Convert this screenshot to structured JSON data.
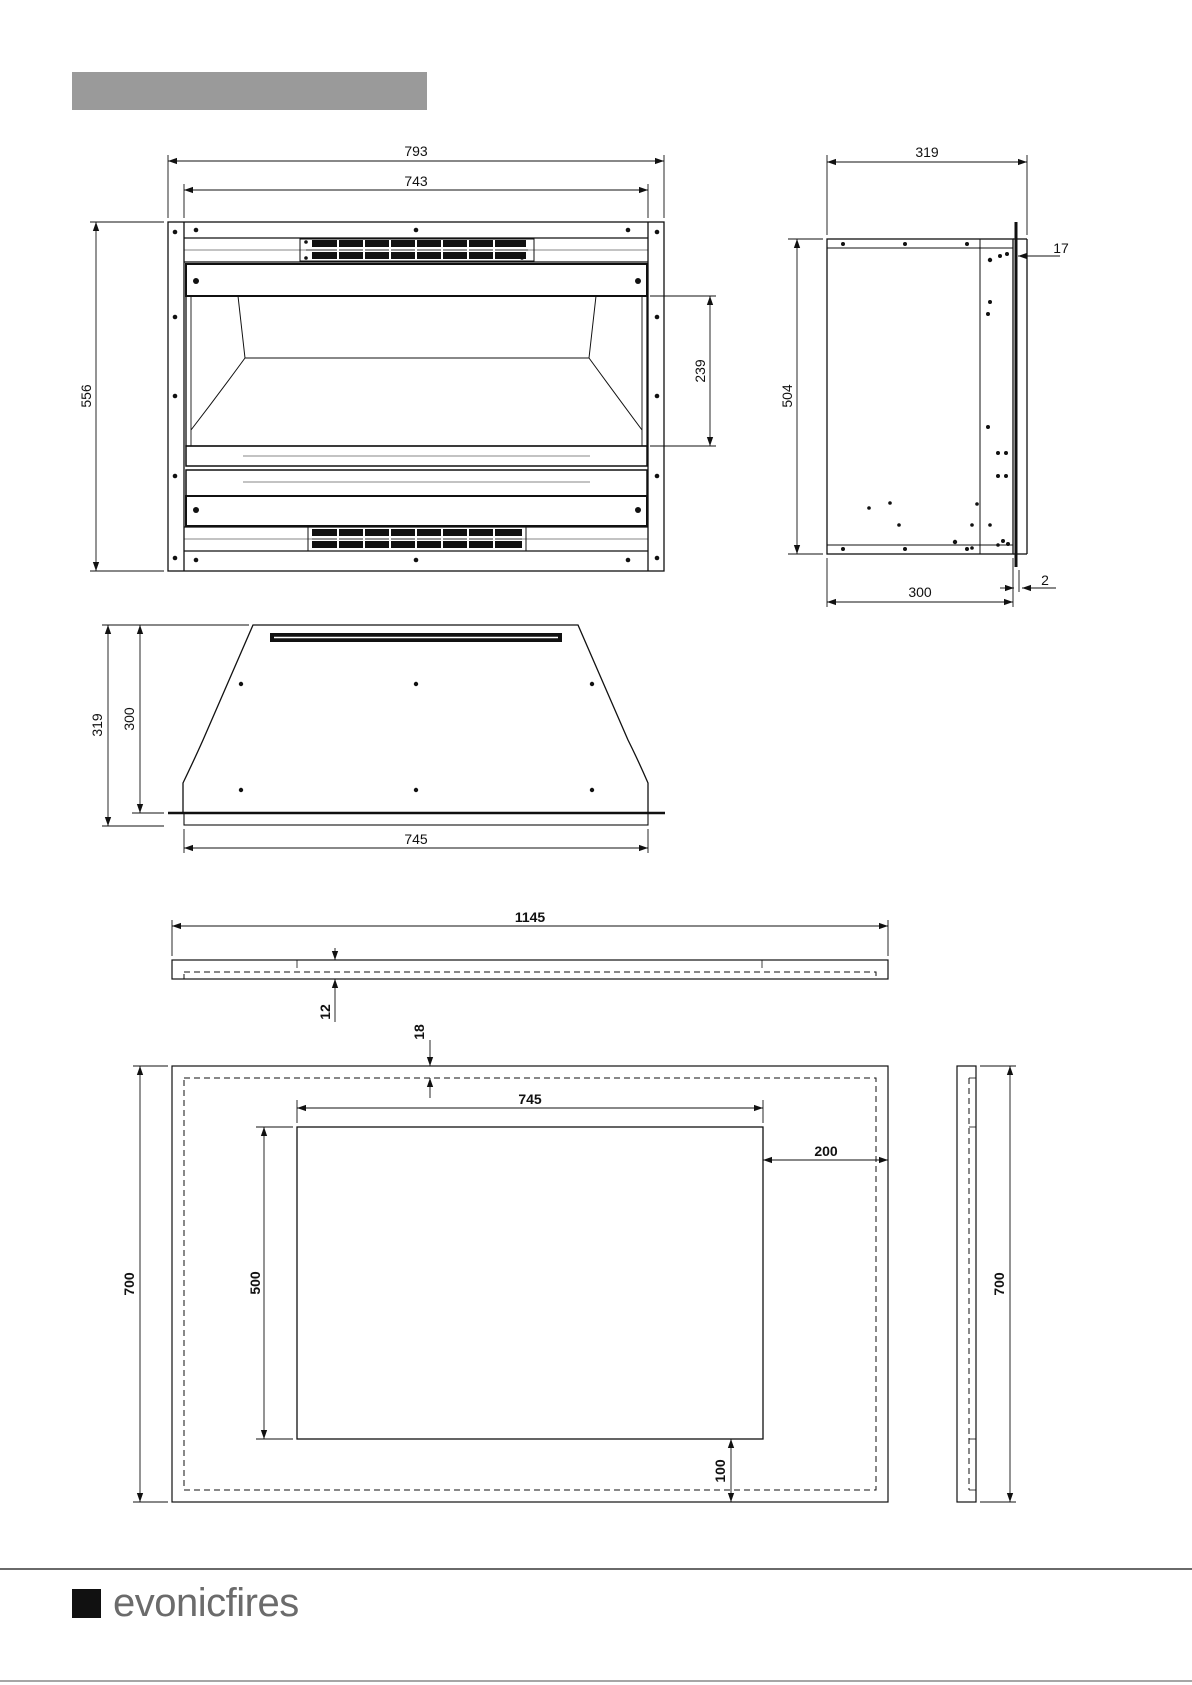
{
  "dimensions": {
    "front_width_overall": "793",
    "front_width_inner": "743",
    "front_height": "556",
    "front_opening_height": "239",
    "side_depth_overall": "319",
    "side_flange": "17",
    "side_height": "504",
    "side_depth_body": "300",
    "side_plate": "2",
    "top_depth_overall": "319",
    "top_depth_body": "300",
    "top_width": "745",
    "mantel_width": "1145",
    "mantel_thickness": "12",
    "recess_top_gap": "18",
    "recess_width": "745",
    "recess_side_gap": "200",
    "recess_height": "500",
    "recess_bottom_gap": "100",
    "panel_height_left": "700",
    "panel_height_right": "700"
  },
  "footer": {
    "brand": "evonicfires"
  },
  "colors": {
    "header_bar": "#9a9a9a",
    "line": "#111111",
    "logo_square": "#111111",
    "logo_text": "#6b6b6b"
  }
}
